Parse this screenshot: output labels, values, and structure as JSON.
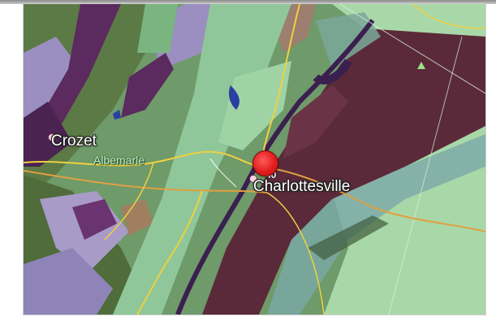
{
  "map": {
    "labels": {
      "crozet": "Crozet",
      "albemarle": "Albemarle",
      "charlottesville": "Charlottesville",
      "route_shield": "40"
    },
    "icons": {
      "location_marker": "location-pin-icon",
      "peak": "mountain-peak-icon"
    },
    "colors": {
      "light_green_unit": "#a9d8a8",
      "mid_green_unit": "#6f9a6a",
      "olive_unit": "#5c7a45",
      "maroon_unit": "#5b2a3a",
      "purple_unit": "#5b2a5e",
      "lavender_unit": "#9a8fc0",
      "road_yellow": "#f0d040",
      "road_orange": "#e0a040",
      "marker_red": "#e11e1e"
    }
  }
}
